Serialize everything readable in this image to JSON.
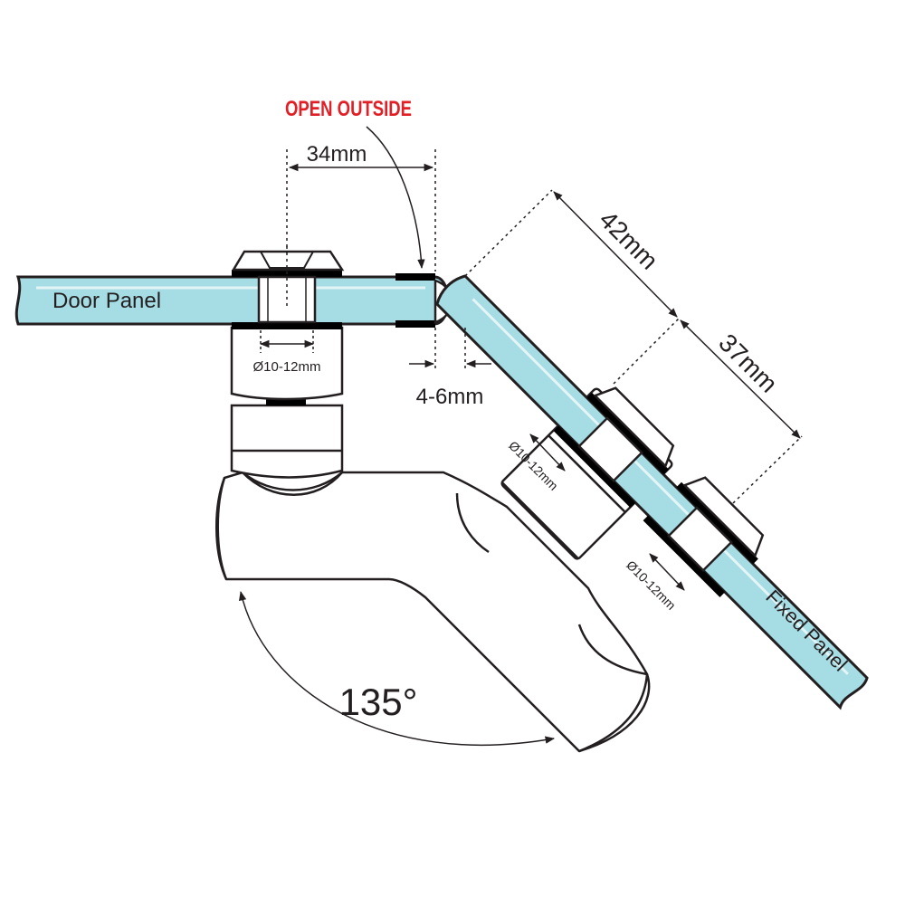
{
  "colors": {
    "glass": "#a6dce3",
    "glass_highlight": "#e3f5f7",
    "outline": "#231f20",
    "gasket": "#000000",
    "metal": "#ffffff",
    "alert": "#e21f26"
  },
  "labels": {
    "open_outside": "OPEN OUTSIDE",
    "dim_34": "34mm",
    "dim_42": "42mm",
    "dim_37": "37mm",
    "gap": "4-6mm",
    "door_panel": "Door Panel",
    "fixed_panel": "Fixed Panel",
    "hole_door": "Ø10-12mm",
    "hole_fixed_1": "Ø10-12mm",
    "hole_fixed_2": "Ø10-12mm",
    "angle": "135°"
  }
}
